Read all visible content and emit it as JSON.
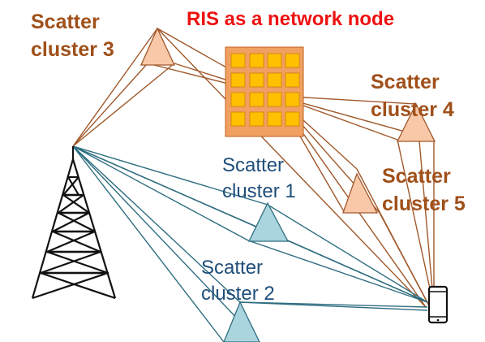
{
  "title": "RIS as a network node",
  "colors": {
    "title": "#ee1111",
    "brown_label": "#a0501a",
    "blue_label": "#1f4e79",
    "brown_path": "#a0582a",
    "blue_path": "#2e6d80",
    "orange_fill": "#f9c8a8",
    "blue_fill": "#aad5de",
    "ris_fill": "#f0a060",
    "ris_element": "#ffc000"
  },
  "clusters": {
    "c1": [
      "Scatter",
      "cluster 1"
    ],
    "c2": [
      "Scatter",
      "cluster 2"
    ],
    "c3": [
      "Scatter",
      "cluster 3"
    ],
    "c4": [
      "Scatter",
      "cluster 4"
    ],
    "c5": [
      "Scatter",
      "cluster 5"
    ]
  },
  "icons": [
    "base-station-tower-icon",
    "smartphone-icon",
    "ris-panel-icon"
  ]
}
